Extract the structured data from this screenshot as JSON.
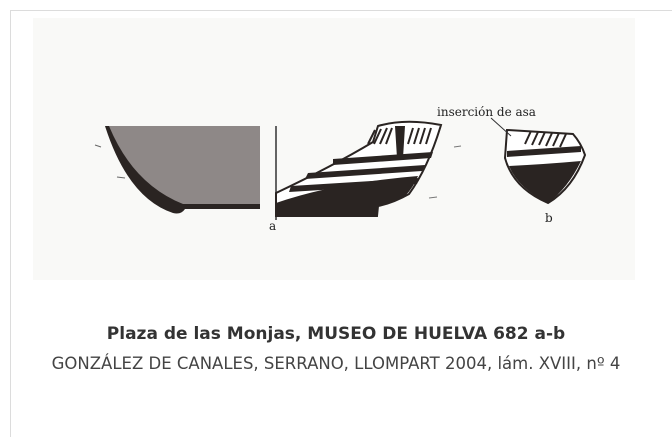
{
  "figure": {
    "annotation": "inserción de asa",
    "label_a": "a",
    "label_b": "b",
    "colors": {
      "background": "#f9f9f7",
      "ink": "#2a2422",
      "outline": "#444444"
    }
  },
  "caption": {
    "title": "Plaza de las Monjas, MUSEO DE HUELVA 682 a-b",
    "reference": "GONZÁLEZ DE CANALES, SERRANO, LLOMPART 2004, lám. XVIII, nº 4"
  }
}
